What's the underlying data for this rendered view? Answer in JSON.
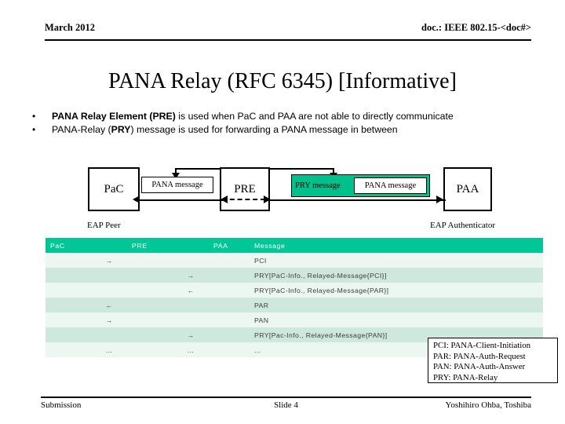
{
  "header": {
    "left": "March 2012",
    "right": "doc.: IEEE 802.15-<doc#>"
  },
  "title": "PANA Relay (RFC 6345) [Informative]",
  "bullets": [
    {
      "marker": "•",
      "bold": "PANA Relay Element (PRE)",
      "rest": " is used when PaC and PAA are not able to directly communicate"
    },
    {
      "marker": "•",
      "pre": "PANA-Relay (",
      "bold": "PRY",
      "rest": ") message is used for forwarding a PANA message in between"
    }
  ],
  "diagram": {
    "pac_label": "PaC",
    "pre_label": "PRE",
    "paa_label": "PAA",
    "pana_message_left": "PANA message",
    "pry_message_label": "PRY message",
    "pana_message_right": "PANA message",
    "role_left": "EAP Peer",
    "role_right": "EAP Authenticator",
    "pry_box_color": "#00c18c"
  },
  "table": {
    "headers": [
      "PaC",
      "",
      "PRE",
      "",
      "PAA",
      "Message"
    ],
    "header_color": "#00c795",
    "rows": [
      {
        "c1": "",
        "c2": "→",
        "c3": "",
        "c4": "",
        "c5": "",
        "msg": "PCI"
      },
      {
        "c1": "",
        "c2": "",
        "c3": "",
        "c4": "→",
        "c5": "",
        "msg": "PRY[PaC-Info., Relayed-Message{PCI}]"
      },
      {
        "c1": "",
        "c2": "",
        "c3": "",
        "c4": "←",
        "c5": "",
        "msg": "PRY[PaC-Info., Relayed-Message{PAR}]"
      },
      {
        "c1": "",
        "c2": "←",
        "c3": "",
        "c4": "",
        "c5": "",
        "msg": "PAR"
      },
      {
        "c1": "",
        "c2": "→",
        "c3": "",
        "c4": "",
        "c5": "",
        "msg": "PAN"
      },
      {
        "c1": "",
        "c2": "",
        "c3": "",
        "c4": "→",
        "c5": "",
        "msg": "PRY[Pac-Info., Relayed-Message{PAN}]"
      },
      {
        "c1": "",
        "c2": "...",
        "c3": "",
        "c4": "...",
        "c5": "",
        "msg": "..."
      }
    ]
  },
  "legend": [
    "PCI: PANA-Client-Initiation",
    "PAR: PANA-Auth-Request",
    "PAN: PANA-Auth-Answer",
    "PRY: PANA-Relay"
  ],
  "footer": {
    "left": "Submission",
    "center": "Slide 4",
    "right": "Yoshihiro Ohba, Toshiba"
  }
}
